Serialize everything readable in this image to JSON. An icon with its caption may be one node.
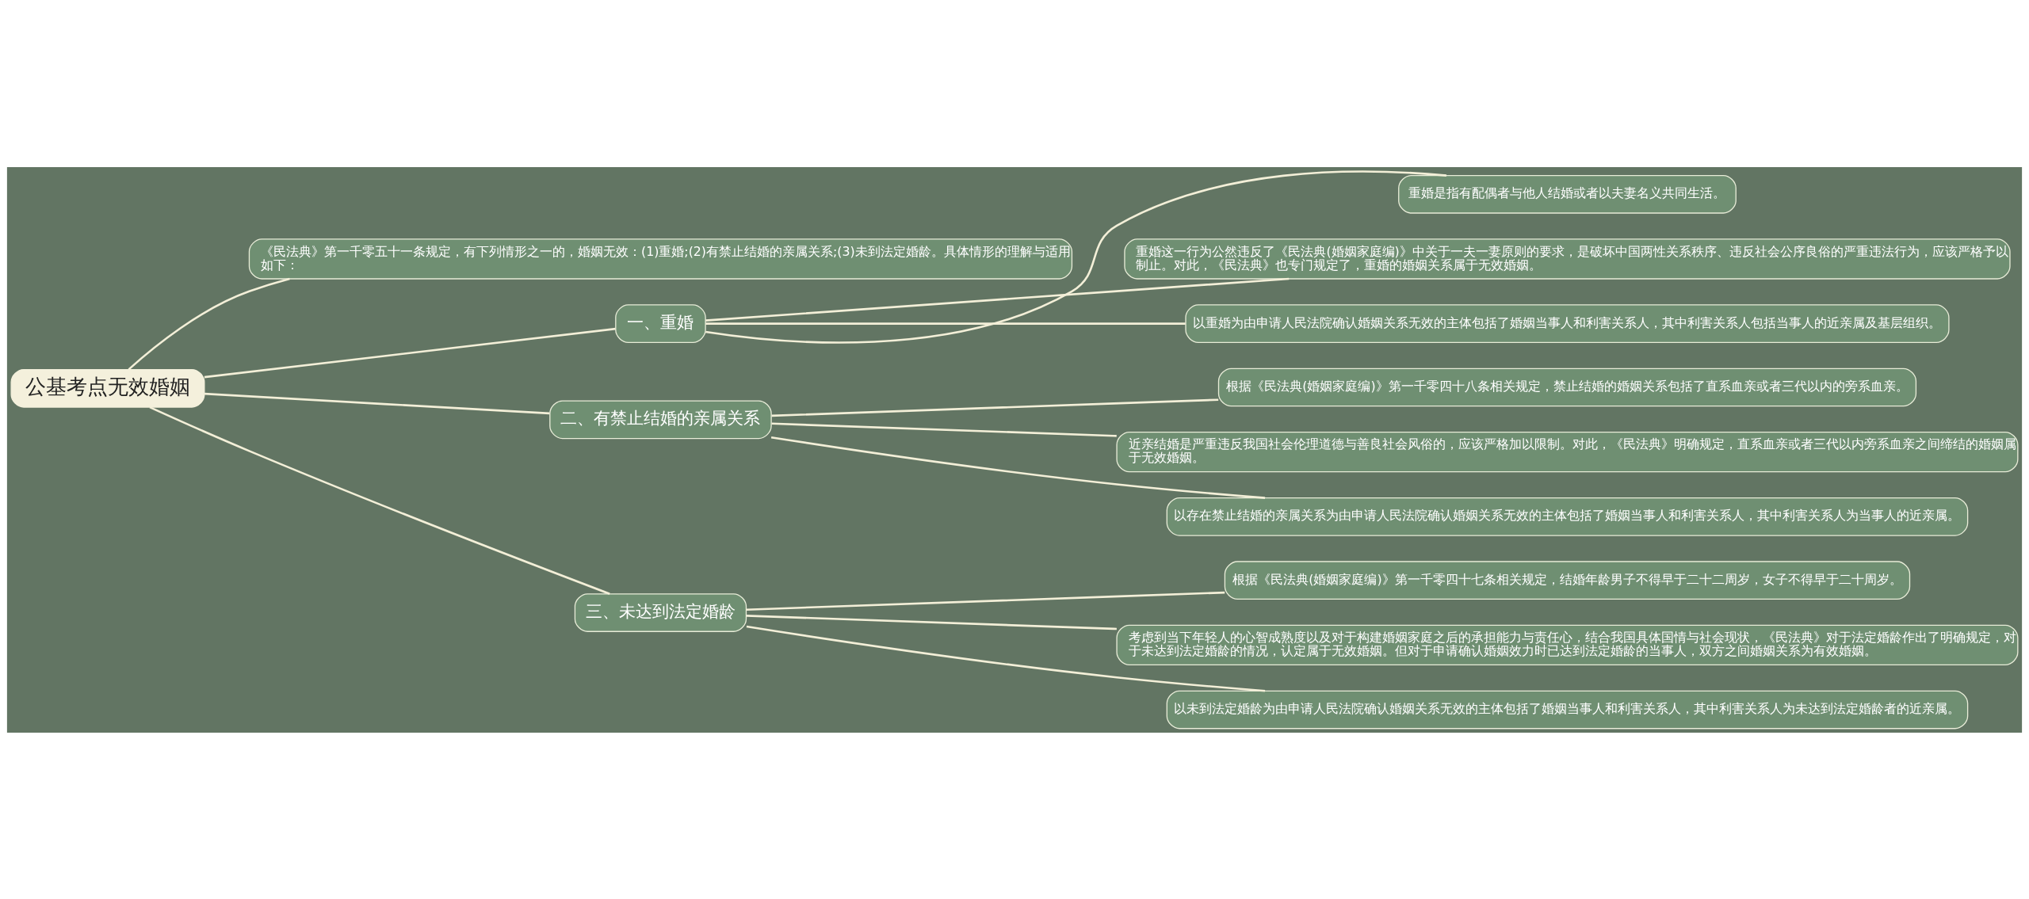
{
  "diagram": {
    "nodes": [
      {
        "text": [
          "公基考点无效婚姻"
        ]
      },
      {
        "text": [
          "《民法典》第一千零五十一条规定，有下列情形之一的，婚姻无效：(1)重婚;(2)有禁止结婚的亲属关系;(3)未到法定婚龄。具体情形的理解与适用如下："
        ]
      },
      {
        "text": [
          "一、重婚"
        ]
      },
      {
        "text": [
          "重婚是指有配偶者与他人结婚或者以夫妻名义共同生活。"
        ]
      },
      {
        "text": [
          "重婚这一行为公然违反了《民法典(婚姻家庭编)》中关于一夫一妻原则的要求，是破坏中国两性关系秩序、违反社会公序良俗的严重违法行为，应该严格予以制止。对此，《民法典》也专门规定了，重婚的婚姻关系属于无效婚姻。"
        ]
      },
      {
        "text": [
          "以重婚为由申请人民法院确认婚姻关系无效的主体包括了婚姻当事人和利害关系人，其中利害关系人包括当事人的近亲属及基层组织。"
        ]
      },
      {
        "text": [
          "二、有禁止结婚的亲属关系"
        ]
      },
      {
        "text": [
          "根据《民法典(婚姻家庭编)》第一千零四十八条相关规定，禁止结婚的婚姻关系包括了直系血亲或者三代以内的旁系血亲。"
        ]
      },
      {
        "text": [
          "近亲结婚是严重违反我国社会伦理道德与善良社会风俗的，应该严格加以限制。对此，《民法典》明确规定，直系血亲或者三代以内旁系血亲之间缔结的婚姻属于无效婚姻。"
        ]
      },
      {
        "text": [
          "以存在禁止结婚的亲属关系为由申请人民法院确认婚姻关系无效的主体包括了婚姻当事人和利害关系人，其中利害关系人为当事人的近亲属。"
        ]
      },
      {
        "text": [
          "三、未达到法定婚龄"
        ]
      },
      {
        "text": [
          "根据《民法典(婚姻家庭编)》第一千零四十七条相关规定，结婚年龄男子不得早于二十二周岁，女子不得早于二十周岁。"
        ]
      },
      {
        "text": [
          "考虑到当下年轻人的心智成熟度以及对于构建婚姻家庭之后的承担能力与责任心，结合我国具体国情与社会现状，《民法典》对于法定婚龄作出了明确规定，对于未达到法定婚龄的情况，认定属于无效婚姻。但对于申请确认婚姻效力时已达到法定婚龄的当事人，双方之间婚姻关系为有效婚姻。"
        ]
      },
      {
        "text": [
          "以未到法定婚龄为由申请人民法院确认婚姻关系无效的主体包括了婚姻当事人和利害关系人，其中利害关系人为未达到法定婚龄者的近亲属。"
        ]
      }
    ],
    "edges": [
      {
        "from": 0,
        "to": 1,
        "arrow": "none"
      },
      {
        "from": 0,
        "to": 2,
        "arrow": "none"
      },
      {
        "from": 2,
        "to": 3,
        "arrow": "none"
      },
      {
        "from": 2,
        "to": 4,
        "arrow": "none"
      },
      {
        "from": 2,
        "to": 5,
        "arrow": "none"
      },
      {
        "from": 0,
        "to": 6,
        "arrow": "none"
      },
      {
        "from": 6,
        "to": 7,
        "arrow": "none"
      },
      {
        "from": 6,
        "to": 8,
        "arrow": "none"
      },
      {
        "from": 6,
        "to": 9,
        "arrow": "none"
      },
      {
        "from": 0,
        "to": 10,
        "arrow": "none"
      },
      {
        "from": 10,
        "to": 11,
        "arrow": "none"
      },
      {
        "from": 10,
        "to": 12,
        "arrow": "none"
      },
      {
        "from": 10,
        "to": 13,
        "arrow": "none"
      }
    ]
  }
}
